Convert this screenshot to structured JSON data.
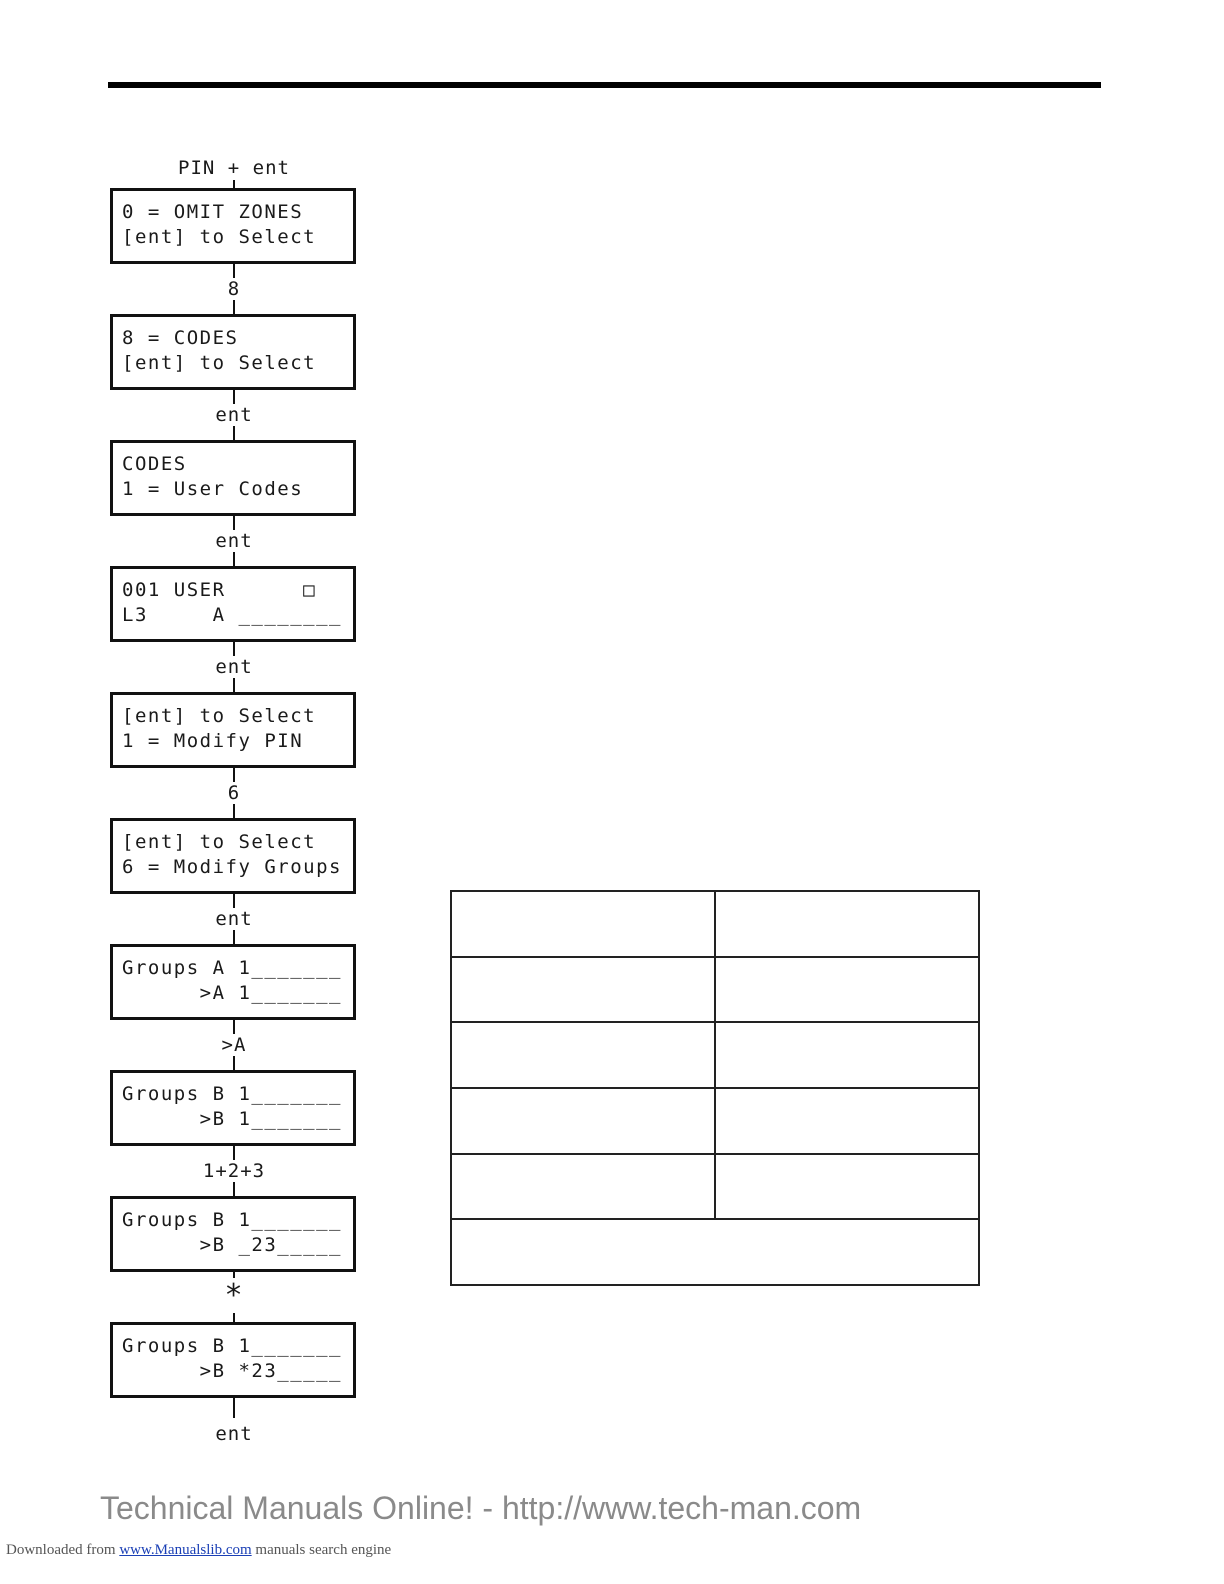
{
  "flow": {
    "start_label": "PIN + ent",
    "steps": [
      {
        "line1": "0 = OMIT ZONES",
        "line2": "[ent] to Select"
      },
      {
        "key": "8",
        "line1": "8 = CODES",
        "line2": "[ent] to Select"
      },
      {
        "key": "ent",
        "line1": "CODES",
        "line2": "1 = User Codes"
      },
      {
        "key": "ent",
        "line1": "001 USER      □",
        "line2": "L3     A ________"
      },
      {
        "key": "ent",
        "line1": "[ent] to Select",
        "line2": "1 = Modify PIN"
      },
      {
        "key": "6",
        "line1": "[ent] to Select",
        "line2": "6 = Modify Groups"
      },
      {
        "key": "ent",
        "line1": "Groups A 1_______",
        "line2": "      >A 1_______"
      },
      {
        "key": ">A",
        "line1": "Groups B 1_______",
        "line2": "      >B 1_______"
      },
      {
        "key": "1+2+3",
        "line1": "Groups B 1_______",
        "line2": "      >B _23_____"
      },
      {
        "key": "*",
        "line1": "Groups B 1_______",
        "line2": "      >B *23_____"
      }
    ],
    "end_label": "ent"
  },
  "footer": {
    "site_title": "Technical Manuals Online! - http://www.tech-man.com",
    "download_prefix": "Downloaded from",
    "download_link": "www.Manualslib.com",
    "download_suffix": "manuals search engine"
  }
}
